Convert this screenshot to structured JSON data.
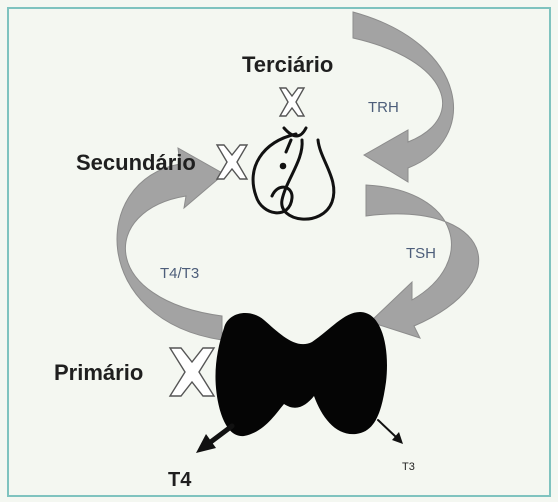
{
  "labels": {
    "tertiary": "Terciário",
    "secondary": "Secundário",
    "primary": "Primário",
    "trh": "TRH",
    "tsh": "TSH",
    "t4_t3": "T4/T3",
    "t4": "T4",
    "t3": "T3"
  },
  "colors": {
    "frame": "#7fc3bf",
    "background": "#f4f7f1",
    "arrow_fill": "#a3a3a3",
    "arrow_edge": "#8c8c8c",
    "hormone_text": "#4d5e7a",
    "thyroid": "#050505"
  },
  "icons": {
    "block_marker": "x-cross-icon",
    "hypothalamus": "hypothalamus-pituitary-icon",
    "thyroid": "thyroid-gland-icon"
  }
}
